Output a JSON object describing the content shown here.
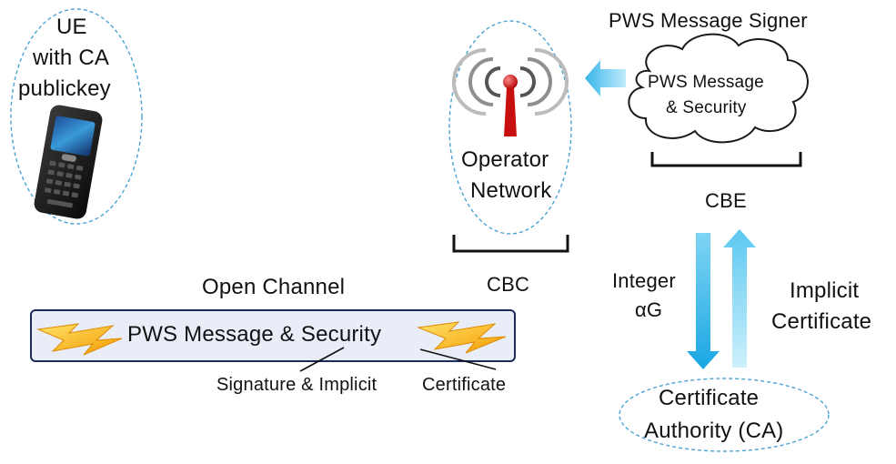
{
  "ue": {
    "lines": [
      "UE",
      "with CA",
      "publickey"
    ]
  },
  "operator": {
    "lines": [
      "Operator",
      "Network"
    ],
    "bracket_label": "CBC"
  },
  "signer": {
    "title": "PWS Message Signer",
    "cloud_lines": [
      "PWS Message",
      "& Security"
    ],
    "bracket_label": "CBE"
  },
  "channel": {
    "title": "Open Channel",
    "message": "PWS Message & Security",
    "annotation_left": "Signature & Implicit",
    "annotation_right": "Certificate"
  },
  "flows": {
    "down_label_lines": [
      "Integer",
      "αG"
    ],
    "up_label_lines": [
      "Implicit",
      "Certificate"
    ]
  },
  "ca": {
    "lines": [
      "Certificate",
      "Authority (CA)"
    ]
  },
  "colors": {
    "dashed_outline": "#4aa3d4",
    "arrow_blue": "#2ab0e8",
    "arrow_light": "#a8e4f8",
    "channel_border": "#1a2a5a",
    "lightning": "#f5b800",
    "antenna_red": "#d01010"
  }
}
